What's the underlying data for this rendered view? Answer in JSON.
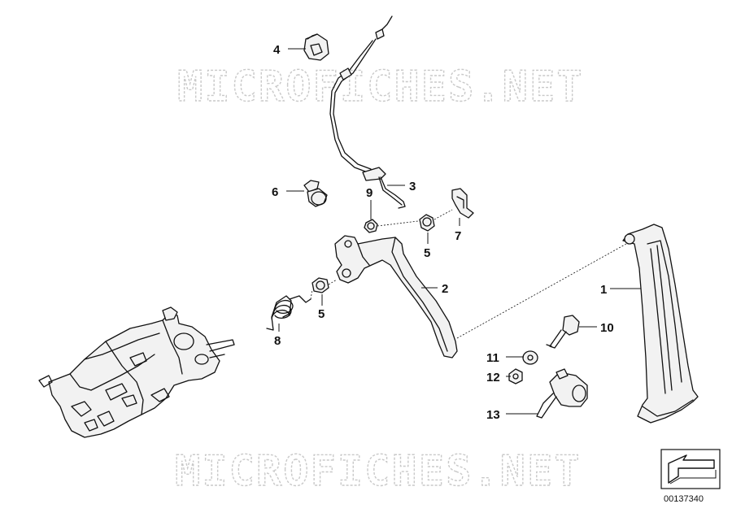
{
  "watermark": {
    "text_top": "MICROFICHES.NET",
    "text_bottom": "MICROFICHES.NET"
  },
  "callouts": [
    {
      "id": "4",
      "label": "4"
    },
    {
      "id": "3",
      "label": "3"
    },
    {
      "id": "6",
      "label": "6"
    },
    {
      "id": "9",
      "label": "9"
    },
    {
      "id": "7",
      "label": "7"
    },
    {
      "id": "5a",
      "label": "5"
    },
    {
      "id": "2",
      "label": "2"
    },
    {
      "id": "1",
      "label": "1"
    },
    {
      "id": "5b",
      "label": "5"
    },
    {
      "id": "8",
      "label": "8"
    },
    {
      "id": "10",
      "label": "10"
    },
    {
      "id": "11",
      "label": "11"
    },
    {
      "id": "12",
      "label": "12"
    },
    {
      "id": "13",
      "label": "13"
    }
  ],
  "drawing_number": "00137340",
  "icons": {
    "orientation": "direction-arrow-icon"
  }
}
